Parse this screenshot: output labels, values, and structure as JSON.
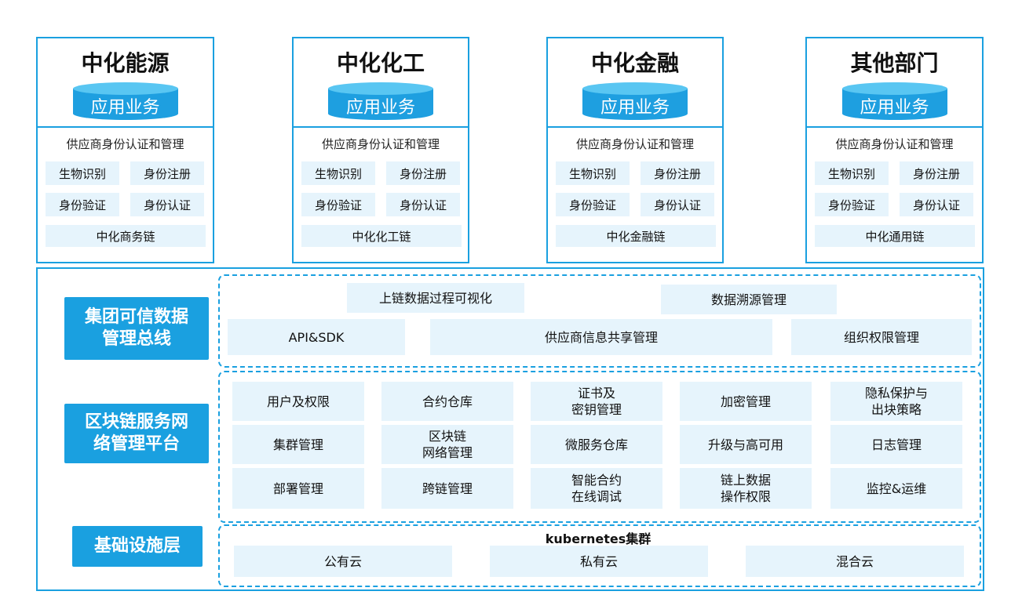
{
  "app_label": "应用业务",
  "identity_heading": "供应商身份认证和管理",
  "identity_items": [
    "生物识别",
    "身份注册",
    "身份验证",
    "身份认证"
  ],
  "units": [
    {
      "name": "中化能源",
      "chain": "中化商务链"
    },
    {
      "name": "中化化工",
      "chain": "中化化工链"
    },
    {
      "name": "中化金融",
      "chain": "中化金融链"
    },
    {
      "name": "其他部门",
      "chain": "中化通用链"
    }
  ],
  "layers": {
    "data_bus": {
      "title": "集团可信数据管理总线",
      "top_row": [
        "上链数据过程可视化",
        "数据溯源管理"
      ],
      "bottom_row": [
        "API&SDK",
        "供应商信息共享管理",
        "组织权限管理"
      ]
    },
    "blockchain_platform": {
      "title": "区块链服务网络管理平台",
      "grid": [
        [
          "用户及权限",
          "合约仓库",
          "证书及\n密钥管理",
          "加密管理",
          "隐私保护与\n出块策略"
        ],
        [
          "集群管理",
          "区块链\n网络管理",
          "微服务仓库",
          "升级与高可用",
          "日志管理"
        ],
        [
          "部署管理",
          "跨链管理",
          "智能合约\n在线调试",
          "链上数据\n操作权限",
          "监控&运维"
        ]
      ]
    },
    "infrastructure": {
      "title": "基础设施层",
      "cluster_label": "kubernetes集群",
      "clouds": [
        "公有云",
        "私有云",
        "混合云"
      ]
    }
  },
  "colors": {
    "primary": "#1aa0e0",
    "cylinder_top": "#59c6f2",
    "light_box": "#e6f4fc"
  }
}
